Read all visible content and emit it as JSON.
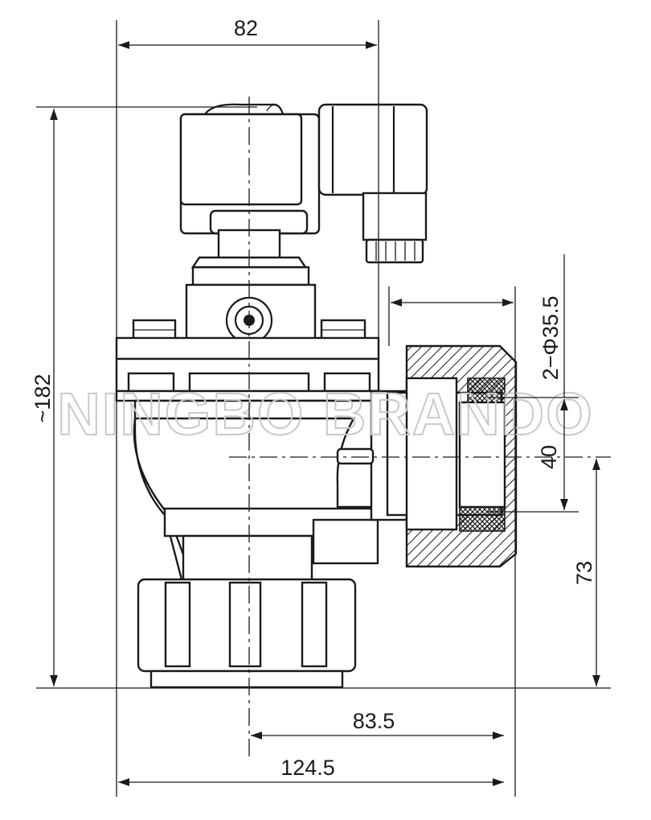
{
  "watermark": "NINGBO BRANDO",
  "dimensions": {
    "top_width": "82",
    "height_total": "~182",
    "port_diameter": "2−Φ35.5",
    "port_offset": "40",
    "port_height": "73",
    "center_to_port": "83.5",
    "overall_width": "124.5"
  },
  "colors": {
    "line": "#1a1a1a",
    "watermark": "#c9c9c9"
  }
}
